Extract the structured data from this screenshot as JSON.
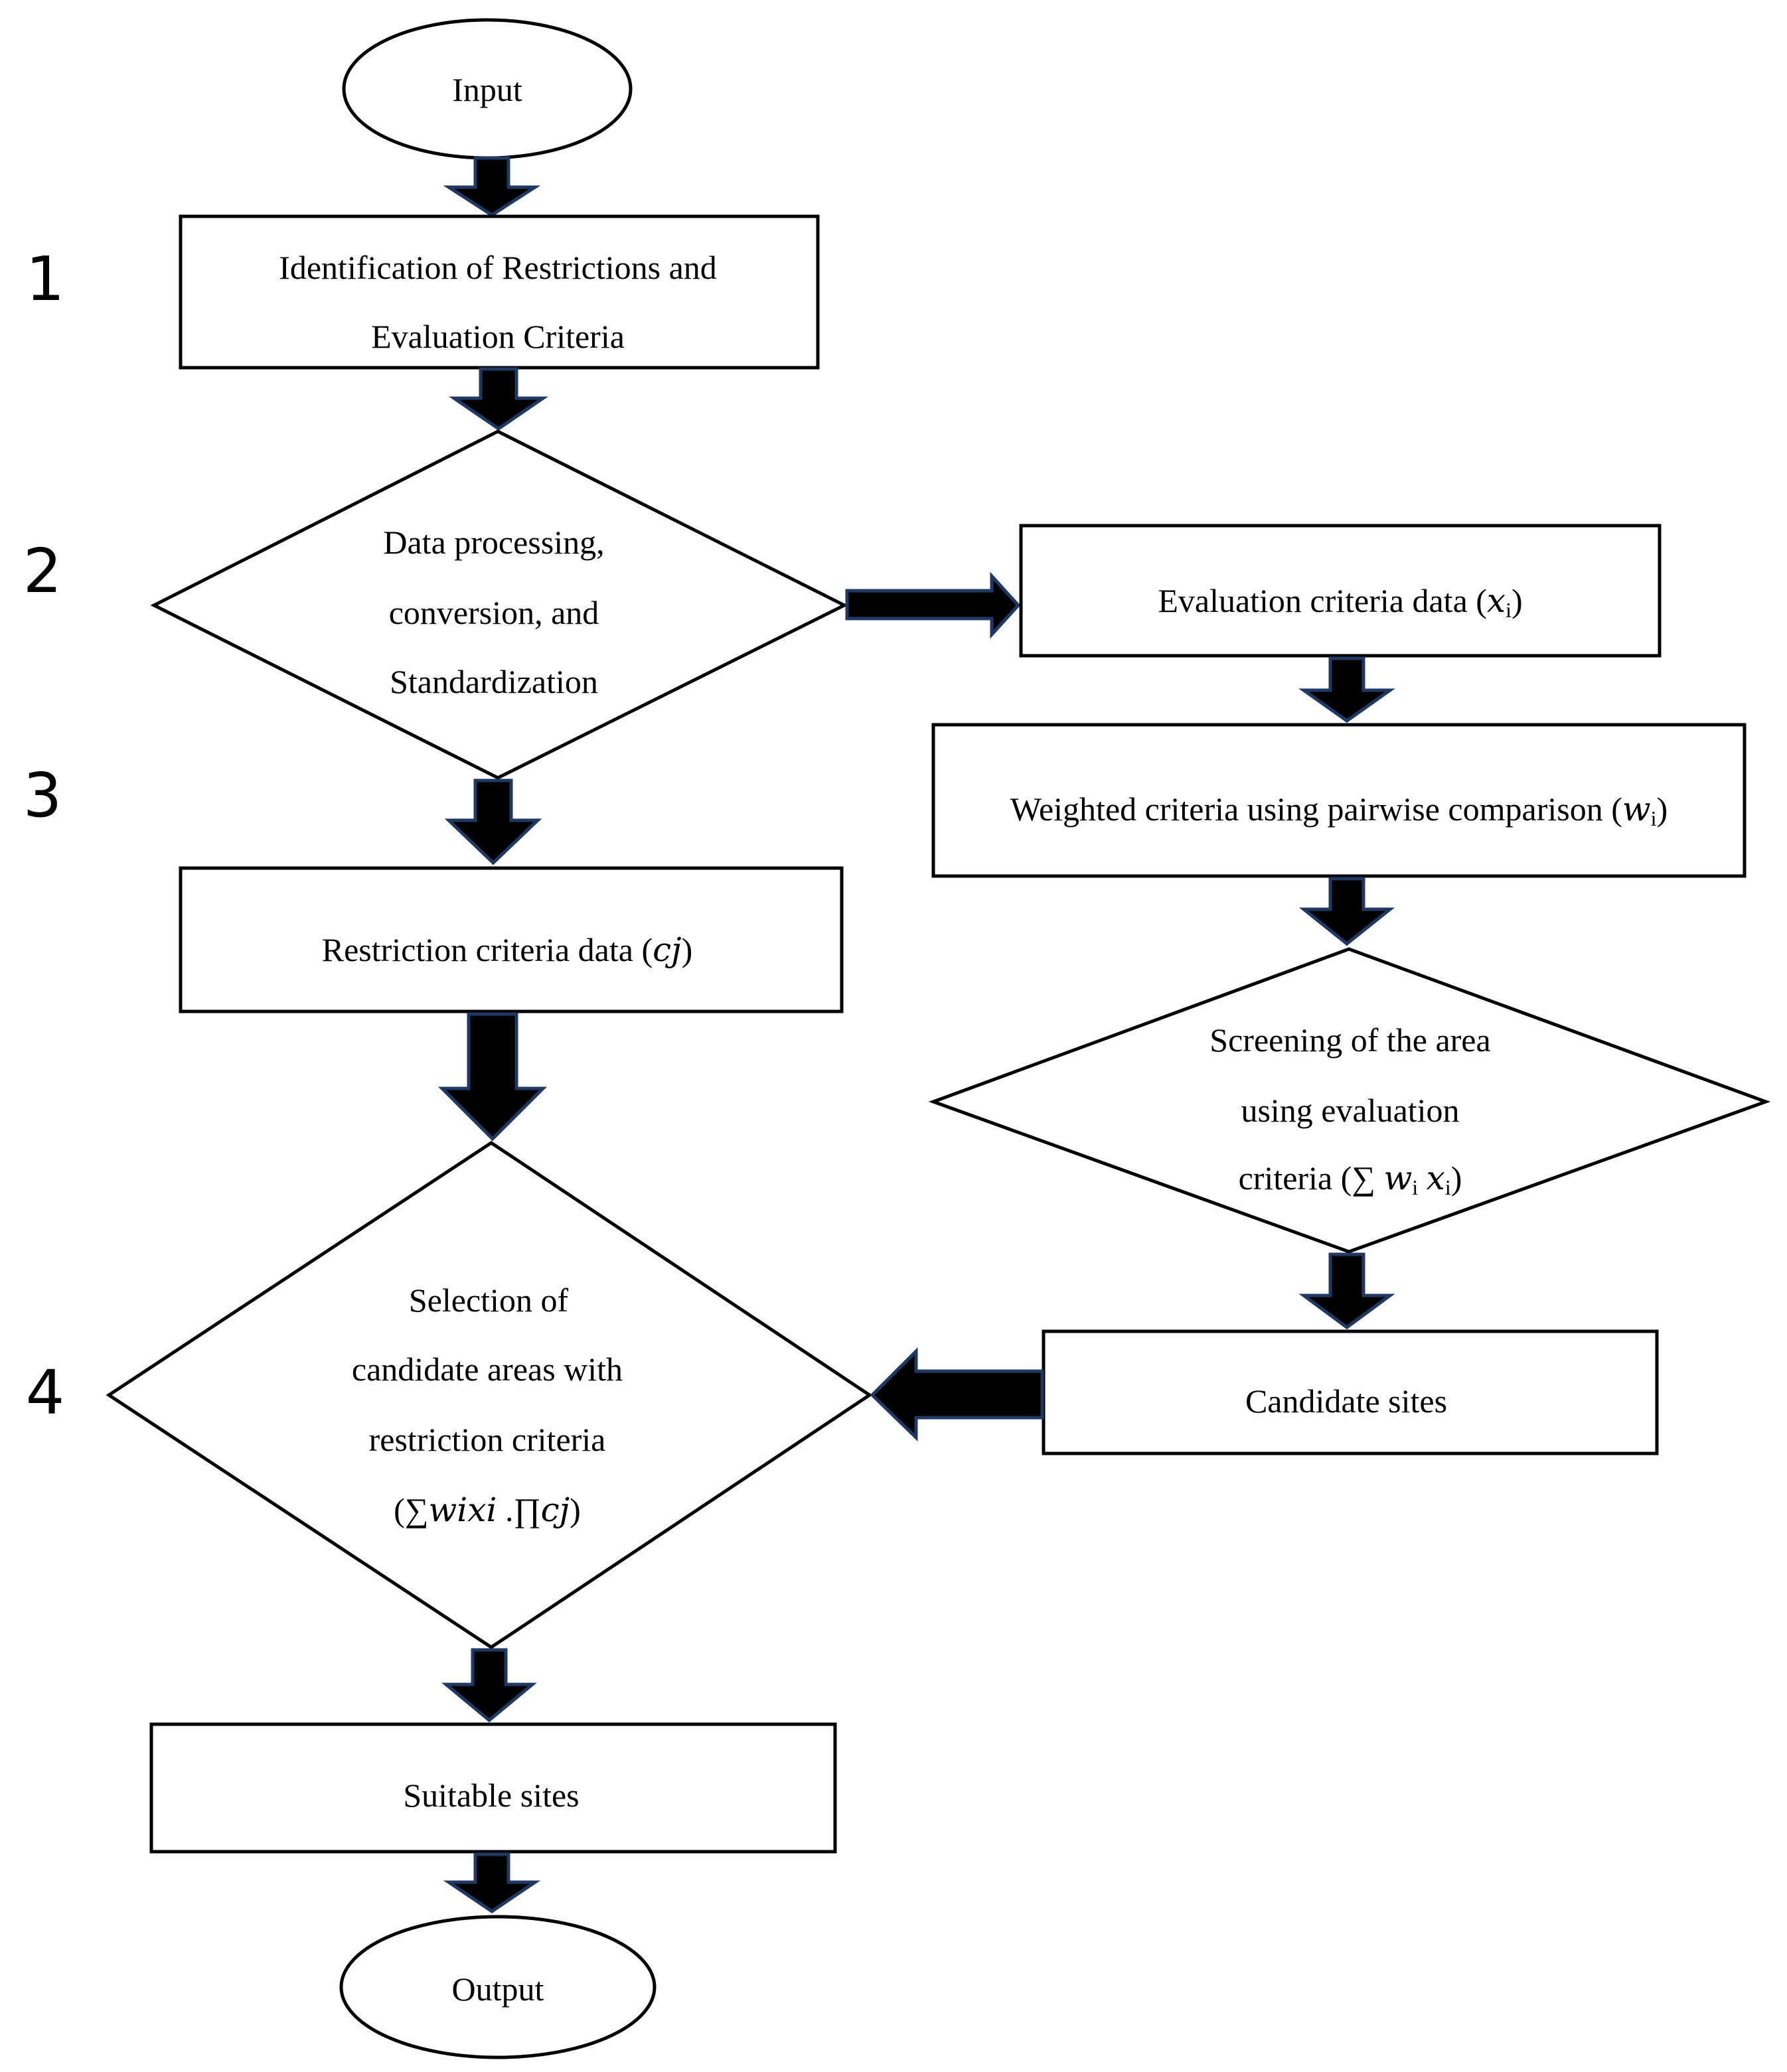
{
  "steps": {
    "s1": "1",
    "s2": "2",
    "s3": "3",
    "s4": "4"
  },
  "nodes": {
    "input": "Input",
    "identification": [
      "Identification of Restrictions and",
      "Evaluation Criteria"
    ],
    "data_processing": [
      "Data processing,",
      "conversion, and",
      "Standardization"
    ],
    "evaluation_criteria_data": {
      "text": "Evaluation criteria data (",
      "var": "x",
      "sub": "i",
      "close": ")"
    },
    "weighted_criteria": {
      "text": "Weighted criteria using pairwise comparison (",
      "var": "w",
      "sub": "i",
      "close": ")"
    },
    "restriction_criteria_data": {
      "text": "Restriction criteria data (",
      "var": "cj",
      "close": ")"
    },
    "screening": {
      "lines": [
        "Screening of the area",
        "using evaluation"
      ],
      "prefix": "criteria (",
      "sum": "∑",
      "w": "w",
      "wsub": "i",
      "x": "x",
      "xsub": "i",
      "close": ")"
    },
    "selection": {
      "lines": [
        "Selection of",
        "candidate areas with",
        "restriction criteria"
      ],
      "open": "(",
      "sum": "∑",
      "wixi": "wixi",
      "dot": ".",
      "prod": "∏",
      "cj": "cj",
      "close": ")"
    },
    "candidate_sites": "Candidate sites",
    "suitable_sites": "Suitable sites",
    "output": "Output"
  }
}
